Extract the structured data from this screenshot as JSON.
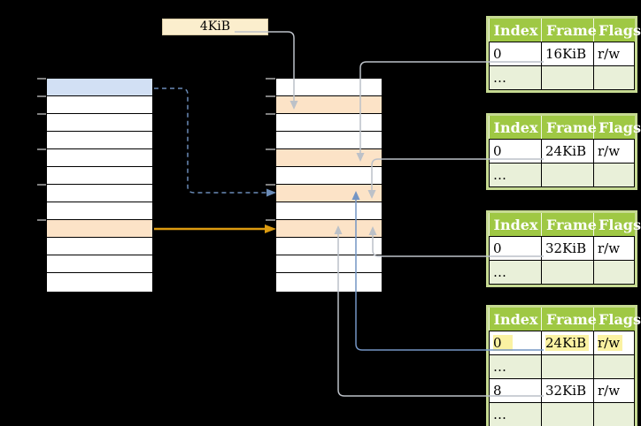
{
  "palette": {
    "bg": "#000000",
    "row_white": "#ffffff",
    "row_blue": "#d2e0f4",
    "row_peach": "#fce3c7",
    "tick_gray": "#7f7f7f",
    "label_cream": "#fbeecd",
    "label_border": "#d9cba5",
    "green_header": "#9fc844",
    "green_border": "#c6da92",
    "green_row": "#e9f0d9",
    "yellow_hl": "#fbf2a2",
    "gray_line": "#bcc1c8",
    "blue_line": "#7495c4",
    "blue_dash": "#6a8bb7",
    "orange_line": "#dc9b10"
  },
  "frame_size_label": "4KiB",
  "memory": {
    "left_table": {
      "rows": [
        "#d2e0f4",
        "#ffffff",
        "#ffffff",
        "#ffffff",
        "#ffffff",
        "#ffffff",
        "#ffffff",
        "#ffffff",
        "#fce3c7",
        "#ffffff",
        "#ffffff",
        "#ffffff"
      ]
    },
    "middle_table": {
      "rows": [
        "#ffffff",
        "#fce3c7",
        "#ffffff",
        "#ffffff",
        "#fce3c7",
        "#ffffff",
        "#fce3c7",
        "#ffffff",
        "#fce3c7",
        "#ffffff",
        "#ffffff",
        "#ffffff"
      ]
    }
  },
  "page_tables": [
    {
      "headers": [
        "Index",
        "Frame",
        "Flags"
      ],
      "rows": [
        {
          "cells": [
            "0",
            "16KiB",
            "r/w"
          ],
          "highlighted": false
        },
        {
          "cells": [
            "…",
            "",
            ""
          ],
          "highlighted": false
        }
      ]
    },
    {
      "headers": [
        "Index",
        "Frame",
        "Flags"
      ],
      "rows": [
        {
          "cells": [
            "0",
            "24KiB",
            "r/w"
          ],
          "highlighted": false
        },
        {
          "cells": [
            "…",
            "",
            ""
          ],
          "highlighted": false
        }
      ]
    },
    {
      "headers": [
        "Index",
        "Frame",
        "Flags"
      ],
      "rows": [
        {
          "cells": [
            "0",
            "32KiB",
            "r/w"
          ],
          "highlighted": false
        },
        {
          "cells": [
            "…",
            "",
            ""
          ],
          "highlighted": false
        }
      ]
    },
    {
      "headers": [
        "Index",
        "Frame",
        "Flags"
      ],
      "rows": [
        {
          "cells": [
            "0",
            "24KiB",
            "r/w"
          ],
          "highlighted": true
        },
        {
          "cells": [
            "…",
            "",
            ""
          ],
          "highlighted": false
        },
        {
          "cells": [
            "8",
            "32KiB",
            "r/w"
          ],
          "highlighted": false
        },
        {
          "cells": [
            "…",
            "",
            ""
          ],
          "highlighted": false
        }
      ]
    }
  ],
  "arrows": [
    {
      "from": "frame-size-label",
      "to": "middle-row-4kib",
      "style": "solid",
      "color": "#bcc1c8"
    },
    {
      "from": "page-table-1-frame-16kib",
      "to": "middle-row-16kib",
      "style": "solid",
      "color": "#bcc1c8"
    },
    {
      "from": "page-table-2-frame-24kib",
      "to": "middle-row-24kib",
      "style": "solid",
      "color": "#bcc1c8"
    },
    {
      "from": "page-table-3-frame-32kib",
      "to": "middle-row-32kib",
      "style": "solid",
      "color": "#bcc1c8"
    },
    {
      "from": "page-table-4-frame-24kib",
      "to": "middle-row-24kib",
      "style": "solid",
      "color": "#7495c4"
    },
    {
      "from": "page-table-4-frame-32kib",
      "to": "middle-row-32kib",
      "style": "solid",
      "color": "#bcc1c8"
    },
    {
      "from": "left-table-blue-row",
      "to": "middle-row-24kib",
      "style": "dashed",
      "color": "#6a8bb7"
    },
    {
      "from": "left-table-orange-row",
      "to": "middle-row-32kib",
      "style": "solid",
      "color": "#dc9b10"
    }
  ]
}
